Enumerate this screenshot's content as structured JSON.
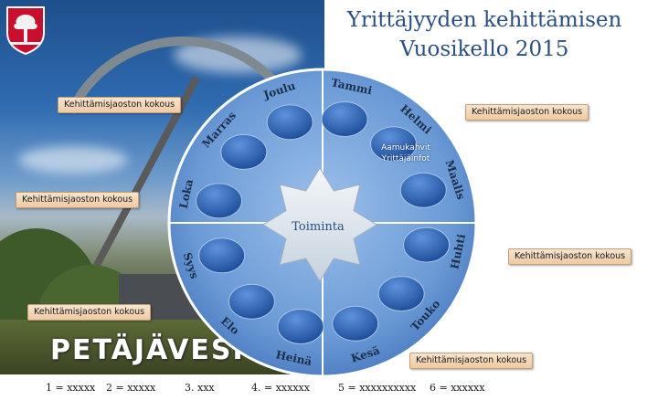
{
  "header": {
    "title_line1": "Yrittäjyyden kehittämisen",
    "title_line2": "Vuosikello 2015"
  },
  "photo": {
    "town_name": "PETÄJÄVESI"
  },
  "wheel": {
    "center_label": "Toiminta",
    "months": [
      "Tammi",
      "Helmi",
      "Maalis",
      "Huhti",
      "Touko",
      "Kesä",
      "Heinä",
      "Elo",
      "Syys",
      "Loka",
      "Marras",
      "Joulu"
    ],
    "note_line1": "Aamukahvit",
    "note_line2": "Yrittäjäinfot",
    "colors": {
      "disc": "#5b8fd1",
      "disc_edge": "#ffffff",
      "star": "#dfe6ee",
      "bubble": "#2e63b4"
    }
  },
  "callouts": {
    "c1": "Kehittämisjaoston kokous",
    "c2": "Kehittämisjaoston kokous",
    "c3": "Kehittämisjaoston kokous",
    "c4": "Kehittämisjaoston kokous",
    "c5": "Kehittämisjaoston kokous",
    "c6": "Kehittämisjaoston kokous"
  },
  "legend": {
    "item1": "1 = xxxxx",
    "item2": "2 = xxxxx",
    "item3": "3. xxx",
    "item4": "4. = xxxxxx",
    "item5": "5 = xxxxxxxxxx",
    "item6": "6 = xxxxxx"
  }
}
